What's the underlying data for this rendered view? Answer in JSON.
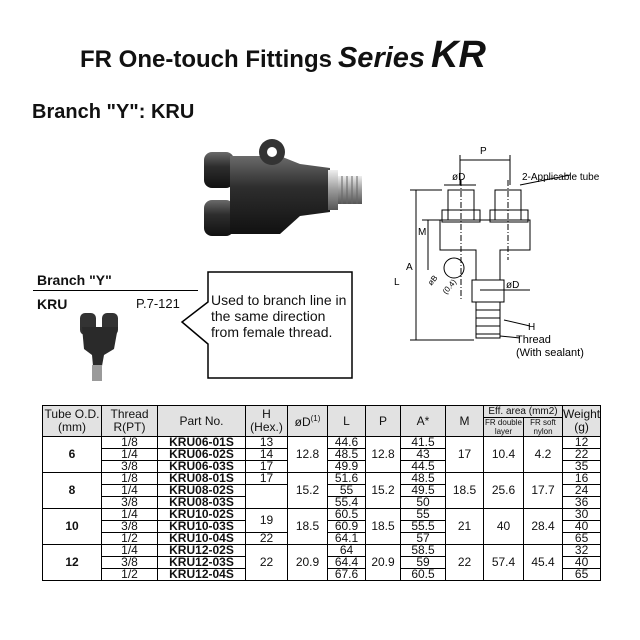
{
  "header": {
    "title": "FR One-touch Fittings",
    "series_word": "Series",
    "series_code": "KR",
    "subtitle": "Branch \"Y\": KRU"
  },
  "diagram": {
    "label_p": "P",
    "label_od_top": "øD",
    "label_tube": "2-Applicable tube",
    "label_m": "M",
    "label_a": "A",
    "label_l": "L",
    "label_d_circle": "øB",
    "label_d_circle2": "(0.4)",
    "label_od_bottom": "øD",
    "label_h": "H",
    "label_thread": "Thread",
    "label_sealant": "(With sealant)"
  },
  "product_box": {
    "branch_label": "Branch \"Y\"",
    "model": "KRU",
    "page_ref": "P.7-121",
    "description": "Used to branch line in the same direction from female thread."
  },
  "table": {
    "headers": {
      "tube_od": "Tube O.D. (mm)",
      "thread": "Thread R(PT)",
      "part_no": "Part No.",
      "h": "H (Hex.)",
      "od": "øD",
      "od_sup": "(1)",
      "l": "L",
      "p": "P",
      "a": "A*",
      "m": "M",
      "eff_area": "Eff. area (mm2)",
      "fr_double": "FR double layer",
      "fr_soft": "FR soft nylon",
      "weight": "Weight (g)"
    },
    "groups": [
      {
        "tube": "6",
        "od": "12.8",
        "p": "12.8",
        "m": "17",
        "fr_double": "10.4",
        "fr_soft": "4.2",
        "rows": [
          {
            "thread": "1/8",
            "part": "KRU06-01S",
            "h": "13",
            "l": "44.6",
            "a": "41.5",
            "w": "12"
          },
          {
            "thread": "1/4",
            "part": "KRU06-02S",
            "h": "14",
            "l": "48.5",
            "a": "43",
            "w": "22"
          },
          {
            "thread": "3/8",
            "part": "KRU06-03S",
            "h": "17",
            "l": "49.9",
            "a": "44.5",
            "w": "35"
          }
        ]
      },
      {
        "tube": "8",
        "od": "15.2",
        "p": "15.2",
        "m": "18.5",
        "fr_double": "25.6",
        "fr_soft": "17.7",
        "rows": [
          {
            "thread": "1/8",
            "part": "KRU08-01S",
            "h": "17",
            "l": "51.6",
            "a": "48.5",
            "w": "16"
          },
          {
            "thread": "1/4",
            "part": "KRU08-02S",
            "h": "",
            "l": "55",
            "a": "49.5",
            "w": "24"
          },
          {
            "thread": "3/8",
            "part": "KRU08-03S",
            "h": "",
            "l": "55.4",
            "a": "50",
            "w": "36"
          }
        ]
      },
      {
        "tube": "10",
        "od": "18.5",
        "p": "18.5",
        "m": "21",
        "fr_double": "40",
        "fr_soft": "28.4",
        "rows": [
          {
            "thread": "1/4",
            "part": "KRU10-02S",
            "h": "19",
            "l": "60.5",
            "a": "55",
            "w": "30"
          },
          {
            "thread": "3/8",
            "part": "KRU10-03S",
            "h": "",
            "l": "60.9",
            "a": "55.5",
            "w": "40"
          },
          {
            "thread": "1/2",
            "part": "KRU10-04S",
            "h": "22",
            "l": "64.1",
            "a": "57",
            "w": "65"
          }
        ]
      },
      {
        "tube": "12",
        "od": "20.9",
        "p": "20.9",
        "m": "22",
        "fr_double": "57.4",
        "fr_soft": "45.4",
        "rows": [
          {
            "thread": "1/4",
            "part": "KRU12-02S",
            "h": "22",
            "l": "64",
            "a": "58.5",
            "w": "32"
          },
          {
            "thread": "3/8",
            "part": "KRU12-03S",
            "h": "",
            "l": "64.4",
            "a": "59",
            "w": "40"
          },
          {
            "thread": "1/2",
            "part": "KRU12-04S",
            "h": "",
            "l": "67.6",
            "a": "60.5",
            "w": "65"
          }
        ]
      }
    ]
  }
}
